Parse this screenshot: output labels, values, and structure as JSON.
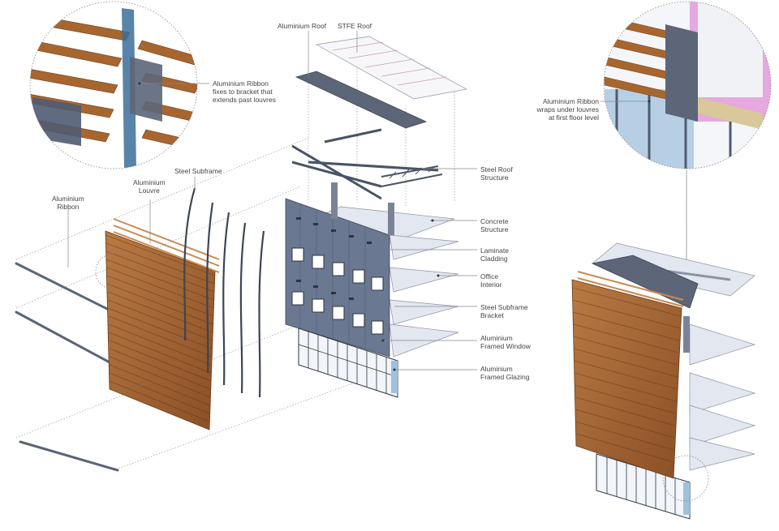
{
  "labels": {
    "aluminium_roof": "Aluminium Roof",
    "stfe_roof": "STFE Roof",
    "ribbon_bracket": [
      "Aluminium Ribbon",
      "fixes to bracket that",
      "extends past louvres"
    ],
    "steel_subframe": "Steel Subframe",
    "aluminium_louvre": [
      "Aluminium",
      "Louvre"
    ],
    "aluminium_ribbon": [
      "Aluminium",
      "Ribbon"
    ],
    "steel_roof_structure": [
      "Steel Roof",
      "Structure"
    ],
    "concrete_structure": [
      "Concrete",
      "Structure"
    ],
    "laminate_cladding": [
      "Laminate",
      "Cladding"
    ],
    "office_interior": [
      "Office",
      "Interior"
    ],
    "steel_subframe_bracket": [
      "Steel Subframe",
      "Bracket"
    ],
    "aluminium_framed_window": [
      "Aluminium",
      "Framed Window"
    ],
    "aluminium_framed_glazing": [
      "Aluminium",
      "Framed Glazing"
    ],
    "ribbon_wraps": [
      "Aluminium Ribbon",
      "wraps under louvres",
      "at first floor level"
    ]
  },
  "colors": {
    "timber": "#9a5c2e",
    "timber_light": "#c98a52",
    "steel": "#5c6678",
    "cladding": "#6a7891",
    "slab": "#e3e7f0",
    "glass": "#b7cfe4",
    "insulation": "#e6a8de",
    "leader": "#888888"
  }
}
